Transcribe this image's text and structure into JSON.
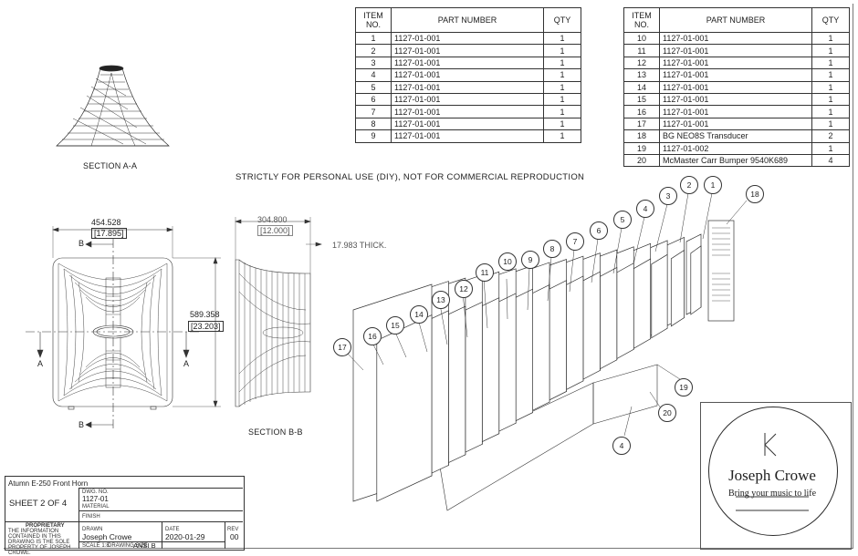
{
  "bom_left": {
    "headers": [
      "ITEM NO.",
      "PART NUMBER",
      "QTY"
    ],
    "rows": [
      {
        "item": "1",
        "part": "1127-01-001",
        "qty": "1"
      },
      {
        "item": "2",
        "part": "1127-01-001",
        "qty": "1"
      },
      {
        "item": "3",
        "part": "1127-01-001",
        "qty": "1"
      },
      {
        "item": "4",
        "part": "1127-01-001",
        "qty": "1"
      },
      {
        "item": "5",
        "part": "1127-01-001",
        "qty": "1"
      },
      {
        "item": "6",
        "part": "1127-01-001",
        "qty": "1"
      },
      {
        "item": "7",
        "part": "1127-01-001",
        "qty": "1"
      },
      {
        "item": "8",
        "part": "1127-01-001",
        "qty": "1"
      },
      {
        "item": "9",
        "part": "1127-01-001",
        "qty": "1"
      }
    ]
  },
  "bom_right": {
    "headers": [
      "ITEM NO.",
      "PART NUMBER",
      "QTY"
    ],
    "rows": [
      {
        "item": "10",
        "part": "1127-01-001",
        "qty": "1"
      },
      {
        "item": "11",
        "part": "1127-01-001",
        "qty": "1"
      },
      {
        "item": "12",
        "part": "1127-01-001",
        "qty": "1"
      },
      {
        "item": "13",
        "part": "1127-01-001",
        "qty": "1"
      },
      {
        "item": "14",
        "part": "1127-01-001",
        "qty": "1"
      },
      {
        "item": "15",
        "part": "1127-01-001",
        "qty": "1"
      },
      {
        "item": "16",
        "part": "1127-01-001",
        "qty": "1"
      },
      {
        "item": "17",
        "part": "1127-01-001",
        "qty": "1"
      },
      {
        "item": "18",
        "part": "BG NEO8S Transducer",
        "qty": "2"
      },
      {
        "item": "19",
        "part": "1127-01-002",
        "qty": "1"
      },
      {
        "item": "20",
        "part": "McMaster Carr Bumper 9540K689",
        "qty": "4"
      }
    ]
  },
  "notice": "STRICTLY FOR PERSONAL USE (DIY), NOT FOR COMMERCIAL REPRODUCTION",
  "views": {
    "section_aa": "SECTION A-A",
    "section_bb": "SECTION B-B",
    "front_width": "454.528",
    "front_width_in": "[17.895]",
    "front_height": "589.358",
    "front_height_in": "[23.203]",
    "side_depth": "304.800",
    "side_depth_in": "[12.000]",
    "thickness": "17.983 THICK.",
    "cut_a": "A",
    "cut_b": "B"
  },
  "balloons": [
    "1",
    "2",
    "3",
    "4",
    "5",
    "6",
    "7",
    "8",
    "9",
    "10",
    "11",
    "12",
    "13",
    "14",
    "15",
    "16",
    "17",
    "18",
    "19",
    "20",
    "4"
  ],
  "title_block": {
    "title": "Atumn E-250 Front Horn",
    "sheet": "SHEET 2 OF 4",
    "dwg_no_label": "DWG. NO.",
    "dwg_no": "1127-01",
    "material_label": "MATERIAL",
    "finish_label": "FINISH",
    "proprietary_label": "PROPRIETARY",
    "proprietary_text": "THE INFORMATION CONTAINED IN THIS DRAWING IS THE SOLE PROPERTY OF JOSEPH CROWE.",
    "drawn_label": "DRAWN",
    "drawn_by": "Joseph Crowe",
    "date_label": "DATE",
    "date": "2020-01-29",
    "rev_label": "REV",
    "rev": "00",
    "scale_label": "SCALE 1:8",
    "drawing_size_label": "DRAWING SIZE",
    "drawing_size": "ANSI B"
  },
  "logo": {
    "name": "Joseph Crowe",
    "tagline": "Bring your music to life"
  }
}
